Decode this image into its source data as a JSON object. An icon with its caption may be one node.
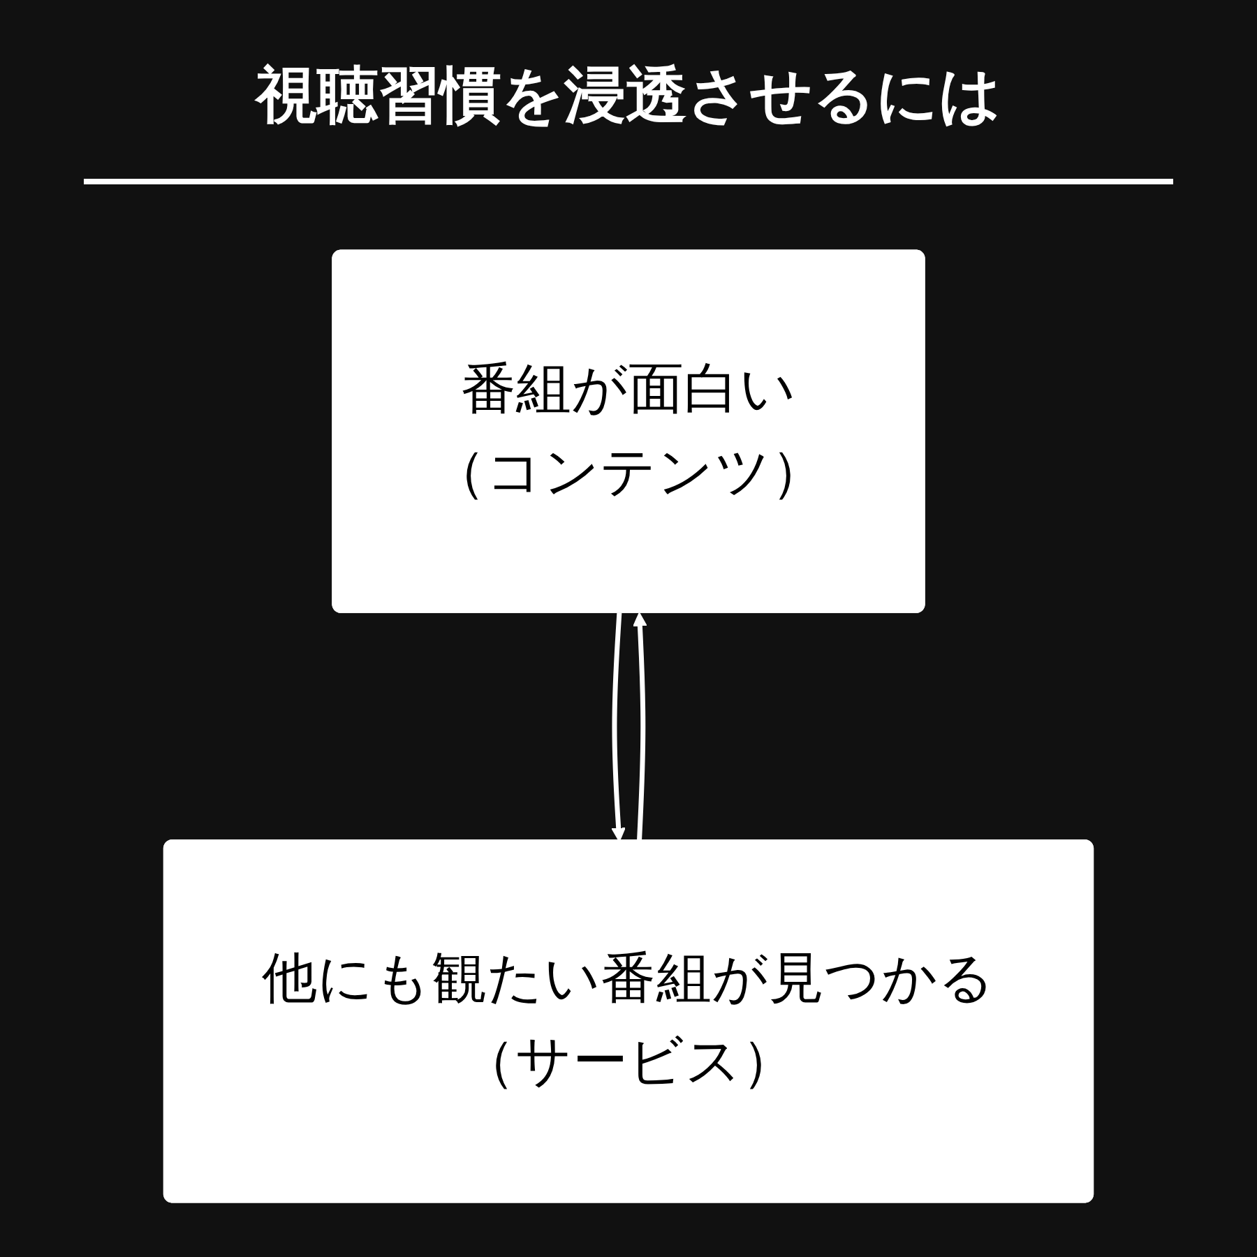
{
  "diagram": {
    "title": "視聴習慣を浸透させるには",
    "nodes": [
      {
        "text": [
          "番組が面白い",
          "（コンテンツ）"
        ]
      },
      {
        "text": [
          "他にも観たい番組が見つかる",
          "（サービス）"
        ]
      }
    ],
    "edges": [
      {
        "from": 0,
        "to": 1,
        "arrow": "to"
      },
      {
        "from": 1,
        "to": 0,
        "arrow": "to"
      }
    ]
  }
}
